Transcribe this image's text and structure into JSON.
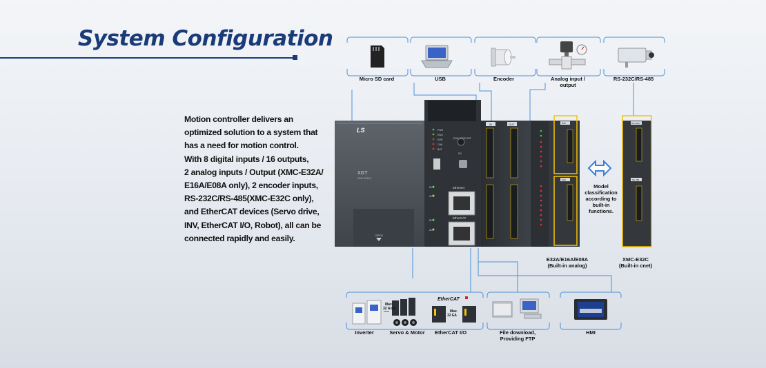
{
  "title": "System Configuration",
  "description": [
    "Motion controller delivers an",
    "optimized solution to a system that",
    "has a need for motion control.",
    "With 8 digital inputs / 16 outputs,",
    "2 analog inputs / Output (XMC-E32A/",
    "E16A/E08A only), 2 encoder inputs,",
    "RS-232C/RS-485(XMC-E32C only),",
    "and EtherCAT devices (Servo drive,",
    "INV, EtherCAT I/O, Robot), all can be",
    "connected rapidly and easily."
  ],
  "top_devices": [
    {
      "label": "Micro SD card",
      "icon": "micro-sd-card-icon"
    },
    {
      "label": "USB",
      "icon": "laptop-icon"
    },
    {
      "label": "Encoder",
      "icon": "encoder-icon"
    },
    {
      "label_line1": "Analog input /",
      "label_line2": "output",
      "icon": "analog-valve-icon"
    },
    {
      "label": "RS-232C/RS-485",
      "icon": "camera-icon"
    }
  ],
  "bottom_devices": [
    {
      "label": "Inverter",
      "icon": "inverter-icon"
    },
    {
      "label": "Servo & Motor",
      "icon": "servo-motor-icon",
      "note_line1": "Max.",
      "note_line2": "32 Axes"
    },
    {
      "label": "EtherCAT I/O",
      "icon": "ethercat-io-icon",
      "brand": "EtherCAT",
      "note_line1": "Max.",
      "note_line2": "32 EA"
    },
    {
      "label_line1": "File download,",
      "label_line2": "Providing FTP",
      "icon": "pc-printer-icon"
    },
    {
      "label": "HMI",
      "icon": "hmi-icon"
    }
  ],
  "module_a": {
    "line1": "E32A/E16A/E08A",
    "line2": "(Built-in analog)"
  },
  "module_c": {
    "line1": "XMC-E32C",
    "line2": "(Built-in cnet)"
  },
  "model_note": [
    "Model",
    "classification",
    "according to",
    "built-in",
    "functions."
  ],
  "plc": {
    "brand": "LS",
    "model": "XGT",
    "submodel": "XMC-E32A",
    "port_ethernet": "Ethernet",
    "port_ethercat": "EtherCAT",
    "led_link": "RLN",
    "led_act": "ACT",
    "open_label": "OPEN",
    "run_stop": "RUN STOP RST",
    "status_leds": [
      "PWR",
      "RUN",
      "ERR",
      "CHK",
      "BAT"
    ],
    "sd_label": "SD",
    "io_tabs": [
      "IN",
      "OUT"
    ],
    "analog_tab": "A/D",
    "analog_tab2": "D/A",
    "cnet_tab": "RS-232C",
    "cnet_tab2": "RS-485"
  },
  "colors": {
    "title": "#1a3b78",
    "connector_line": "#4a90d9",
    "highlight_box": "#f5c400",
    "plc_body": "#4d5258",
    "arrow": "#3a7fd6"
  }
}
